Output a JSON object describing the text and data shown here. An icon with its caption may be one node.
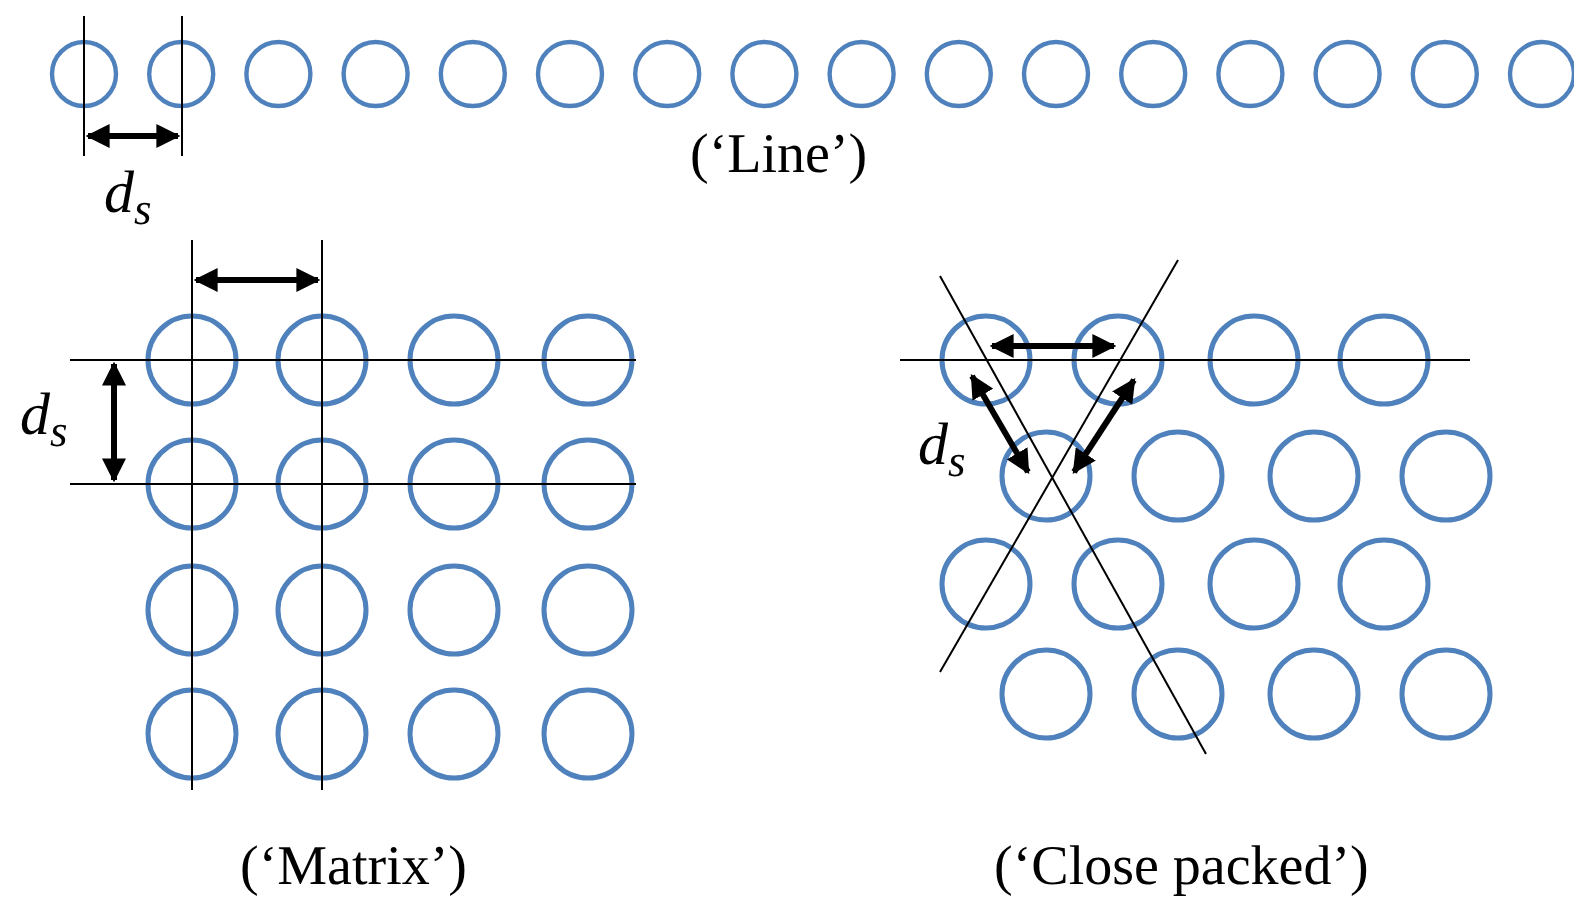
{
  "diagram": {
    "labels": [
      "d$_{s}$",
      "(‘Line’)",
      "d$_{s}$",
      "d$_{s}$",
      "(‘Matrix’)",
      "(‘Close packed’)"
    ]
  }
}
